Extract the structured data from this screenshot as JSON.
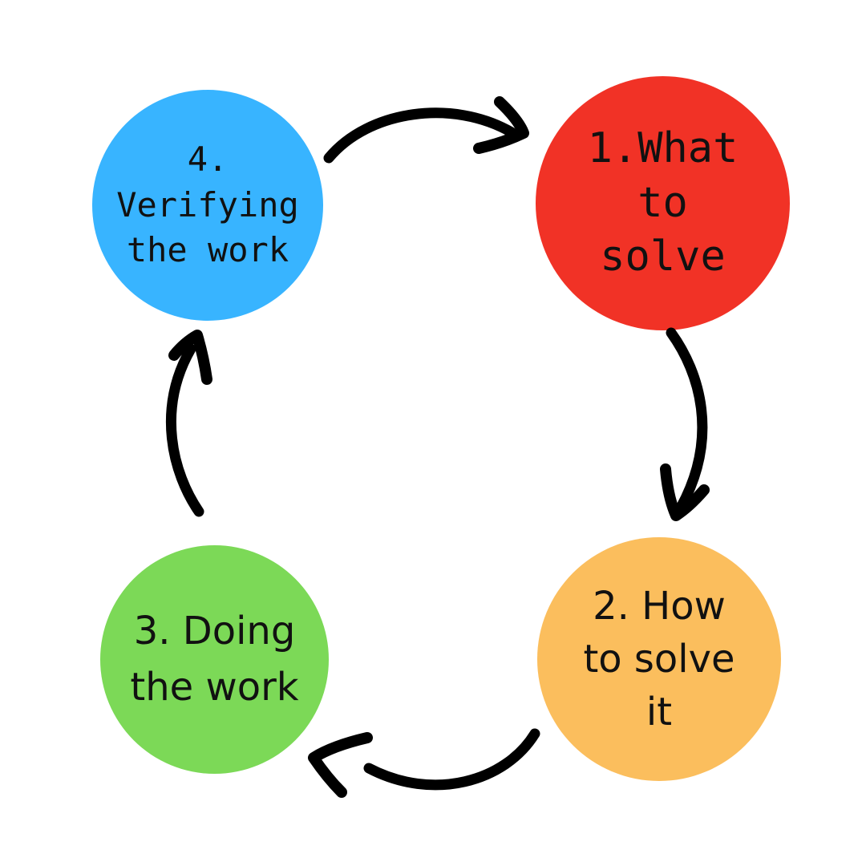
{
  "diagram": {
    "name": "problem-solving cycle",
    "background_color": "#ffffff",
    "text_color": "#111111",
    "steps": [
      {
        "order": "1",
        "label": "1.What\nto\nsolve",
        "color": "#f13226",
        "position": "top-right"
      },
      {
        "order": "2",
        "label": "2. How\nto solve\nit",
        "color": "#fbbe5d",
        "position": "bottom-right"
      },
      {
        "order": "3",
        "label": "3. Doing\nthe work",
        "color": "#7cd957",
        "position": "bottom-left"
      },
      {
        "order": "4",
        "label": "4.\nVerifying\nthe work",
        "color": "#38b4ff",
        "position": "top-left"
      }
    ],
    "arrows": [
      {
        "from": "4. Verifying the work",
        "to": "1.What to solve",
        "direction": "left-to-right along top",
        "color": "#000000"
      },
      {
        "from": "1.What to solve",
        "to": "2. How to solve it",
        "direction": "downward along right side",
        "color": "#000000"
      },
      {
        "from": "2. How to solve it",
        "to": "3. Doing the work",
        "direction": "right-to-left along bottom",
        "color": "#000000"
      },
      {
        "from": "3. Doing the work",
        "to": "4. Verifying the work",
        "direction": "upward along left side",
        "color": "#000000"
      }
    ]
  }
}
